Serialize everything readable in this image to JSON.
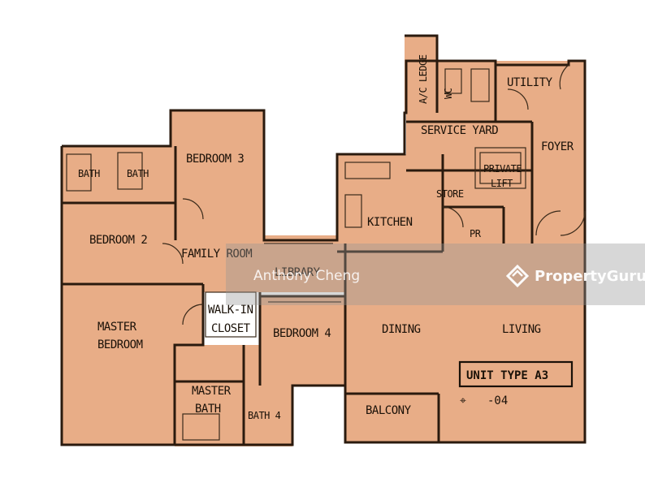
{
  "rooms": {
    "ac_ledge": "A/C LEDGE",
    "wc": "WC",
    "utility": "UTILITY",
    "service_yard": "SERVICE YARD",
    "foyer": "FOYER",
    "private_lift_1": "PRIVATE",
    "private_lift_2": "LIFT",
    "store": "STORE",
    "kitchen": "KITCHEN",
    "pr": "PR",
    "bath_1": "BATH",
    "bath_2": "BATH",
    "bedroom_3": "BEDROOM 3",
    "bedroom_2": "BEDROOM 2",
    "family_room": "FAMILY ROOM",
    "library": "LIBRARY",
    "walk_in_1": "WALK-IN",
    "walk_in_2": "CLOSET",
    "master_bedroom_1": "MASTER",
    "master_bedroom_2": "BEDROOM",
    "bedroom_4": "BEDROOM 4",
    "dining": "DINING",
    "living": "LIVING",
    "master_bath_1": "MASTER",
    "master_bath_2": "BATH",
    "bath_4": "BATH 4",
    "balcony": "BALCONY"
  },
  "unit": {
    "type_label": "UNIT TYPE A3",
    "unit_number": "-04"
  },
  "watermark": {
    "agent_name": "Anthony Cheng",
    "brand": "PropertyGuru"
  },
  "colors": {
    "floor_fill": "#e8ad87",
    "wall": "#2a1a0e"
  }
}
